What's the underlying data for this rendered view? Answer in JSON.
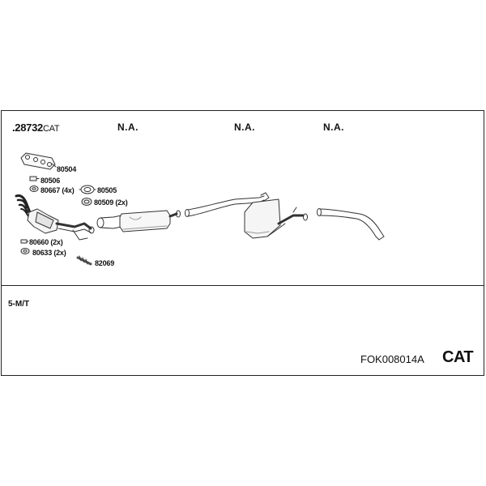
{
  "header": {
    "part_number": ".28732",
    "part_suffix": "CAT",
    "na_labels": [
      "N.A.",
      "N.A.",
      "N.A."
    ]
  },
  "labels": {
    "l80504": "80504",
    "l80506": "80506",
    "l80667": "80667 (4x)",
    "l80505": "80505",
    "l80509": "80509 (2x)",
    "l80660": "80660 (2x)",
    "l80633": "80633 (2x)",
    "l82069": "82069"
  },
  "footer": {
    "transmission": "5-M/T",
    "code": "FOK008014A",
    "type": "CAT"
  }
}
